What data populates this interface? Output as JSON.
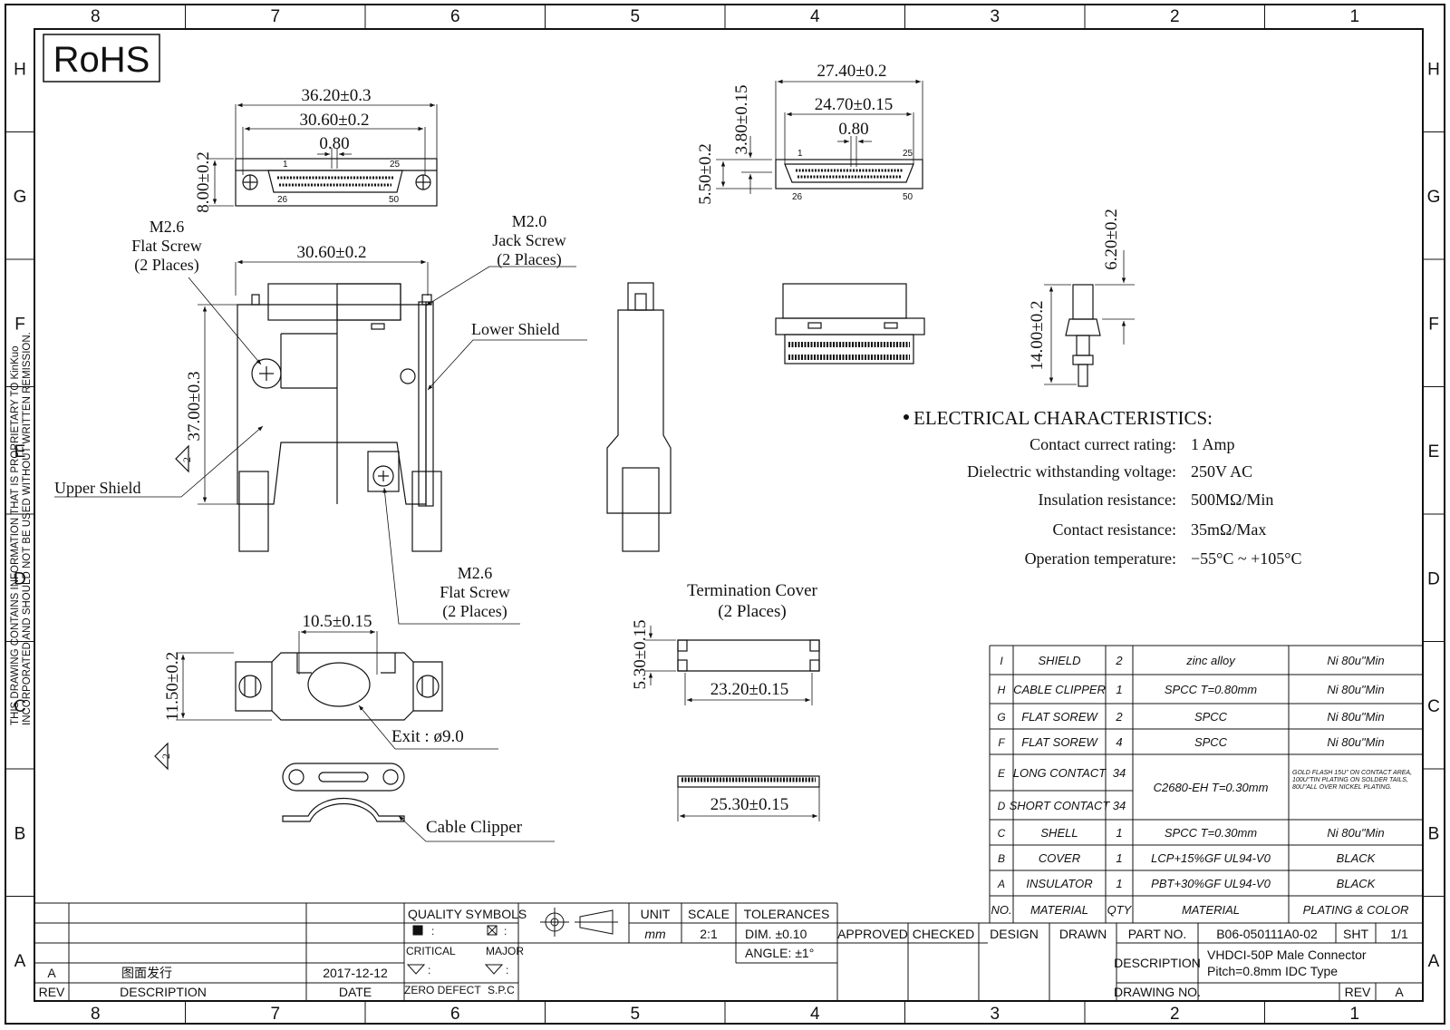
{
  "frame": {
    "columns": [
      "8",
      "7",
      "6",
      "5",
      "4",
      "3",
      "2",
      "1"
    ],
    "rows": [
      "H",
      "G",
      "F",
      "E",
      "D",
      "C",
      "B",
      "A"
    ],
    "side_note_line1": "THIS DRAWING CONTAINS INFORMATION THAT IS PROPRIETARY TO KinKuo",
    "side_note_line2": "INCORPORATED AND SHOULD NOT BE USED WITHOUT WRITTEN REMISSION."
  },
  "rohs": "RoHS",
  "top_view": {
    "dim_overall": "36.20±0.3",
    "dim_pitch_span": "30.60±0.2",
    "dim_pitch": "0.80",
    "dim_height": "8.00±0.2",
    "pin1": "1",
    "pin25": "25",
    "pin26": "26",
    "pin50": "50"
  },
  "front_view": {
    "dim_width": "30.60±0.2",
    "dim_height": "37.00±0.3",
    "jack_screw": [
      "M2.0",
      "Jack Screw",
      "(2 Places)"
    ],
    "flat_screw_top": [
      "M2.6",
      "Flat Screw",
      "(2 Places)"
    ],
    "flat_screw_bottom": [
      "M2.6",
      "Flat Screw",
      "(2 Places)"
    ],
    "lower_shield": "Lower Shield",
    "upper_shield": "Upper Shield",
    "note_tag": "2"
  },
  "face_view": {
    "dim_outer": "27.40±0.2",
    "dim_inner": "24.70±0.15",
    "dim_pitch": "0.80",
    "dim_a": "3.80±0.15",
    "dim_b": "5.50±0.2",
    "pin1": "1",
    "pin25": "25",
    "pin26": "26",
    "pin50": "50"
  },
  "side_view": {
    "dim_total": "14.00±0.2",
    "dim_tail": "6.20±0.2"
  },
  "electrical": {
    "title": "ELECTRICAL  CHARACTERISTICS:",
    "rows": [
      {
        "label": "Contact currect rating:",
        "value": "1 Amp"
      },
      {
        "label": "Dielectric withstanding voltage:",
        "value": "250V AC"
      },
      {
        "label": "Insulation resistance:",
        "value": "500MΩ/Min"
      },
      {
        "label": "Contact resistance:",
        "value": "35mΩ/Max"
      },
      {
        "label": "Operation temperature:",
        "value": "−55°C ~ +105°C"
      }
    ]
  },
  "bottom_view": {
    "dim_slot": "10.5±0.15",
    "dim_height": "11.50±0.2",
    "exit": "Exit : ø9.0",
    "cable_clipper": "Cable Clipper",
    "note_tag": "2"
  },
  "termination_cover": {
    "title": [
      "Termination Cover",
      "(2 Places)"
    ],
    "dim_height": "5.30±0.15",
    "dim_inner": "23.20±0.15",
    "dim_outer": "25.30±0.15"
  },
  "bom": {
    "rows": [
      {
        "no": "I",
        "material": "SHIELD",
        "qty": "2",
        "spec": "zinc alloy",
        "finish": "Ni 80u\"Min"
      },
      {
        "no": "H",
        "material": "CABLE CLIPPER",
        "qty": "1",
        "spec": "SPCC T=0.80mm",
        "finish": "Ni 80u\"Min"
      },
      {
        "no": "G",
        "material": "FLAT SOREW",
        "qty": "2",
        "spec": "SPCC",
        "finish": "Ni 80u\"Min"
      },
      {
        "no": "F",
        "material": "FLAT SOREW",
        "qty": "4",
        "spec": "SPCC",
        "finish": "Ni 80u\"Min"
      },
      {
        "no": "E",
        "material": "LONG CONTACT",
        "qty": "34",
        "spec": "",
        "finish": ""
      },
      {
        "no": "D",
        "material": "SHORT CONTACT",
        "qty": "34",
        "spec": "",
        "finish": ""
      },
      {
        "no": "C",
        "material": "SHELL",
        "qty": "1",
        "spec": "SPCC T=0.30mm",
        "finish": "Ni 80u\"Min"
      },
      {
        "no": "B",
        "material": "COVER",
        "qty": "1",
        "spec": "LCP+15%GF UL94-V0",
        "finish": "BLACK"
      },
      {
        "no": "A",
        "material": "INSULATOR",
        "qty": "1",
        "spec": "PBT+30%GF UL94-V0",
        "finish": "BLACK"
      }
    ],
    "contact_spec": "C2680-EH T=0.30mm",
    "contact_finish": [
      "GOLD FLASH 15U\" ON CONTACT AREA,",
      "100U\"TIN PLATING ON SOLDER TAILS,",
      "80U\"ALL OVER NICKEL PLATING."
    ],
    "header": {
      "no": "NO.",
      "material": "MATERIAL",
      "qty": "QTY",
      "spec": "MATERIAL",
      "finish": "PLATING & COLOR"
    }
  },
  "title_block": {
    "quality_symbols": "QUALITY SYMBOLS",
    "critical": "CRITICAL",
    "major": "MAJOR",
    "zero_defect": "ZERO DEFECT",
    "spc": "S.P.C",
    "unit_label": "UNIT",
    "unit_value": "mm",
    "scale_label": "SCALE",
    "scale_value": "2:1",
    "tolerances_label": "TOLERANCES",
    "dim_tol": "DIM. ±0.10",
    "angle_tol": "ANGLE: ±1°",
    "approved": "APPROVED",
    "checked": "CHECKED",
    "design": "DESIGN",
    "drawn": "DRAWN",
    "part_no_label": "PART NO.",
    "part_no": "B06-050111A0-02",
    "sht_label": "SHT",
    "sht_value": "1/1",
    "description_label": "DESCRIPTION",
    "description_line1": "VHDCI-50P Male Connector",
    "description_line2": "Pitch=0.8mm IDC Type",
    "drawing_no_label": "DRAWING NO.",
    "rev_label": "REV",
    "rev_value": "A",
    "rev_row": {
      "rev": "A",
      "description": "图面发行",
      "date": "2017-12-12"
    },
    "rev_header": {
      "rev": "REV",
      "description": "DESCRIPTION",
      "date": "DATE"
    }
  }
}
